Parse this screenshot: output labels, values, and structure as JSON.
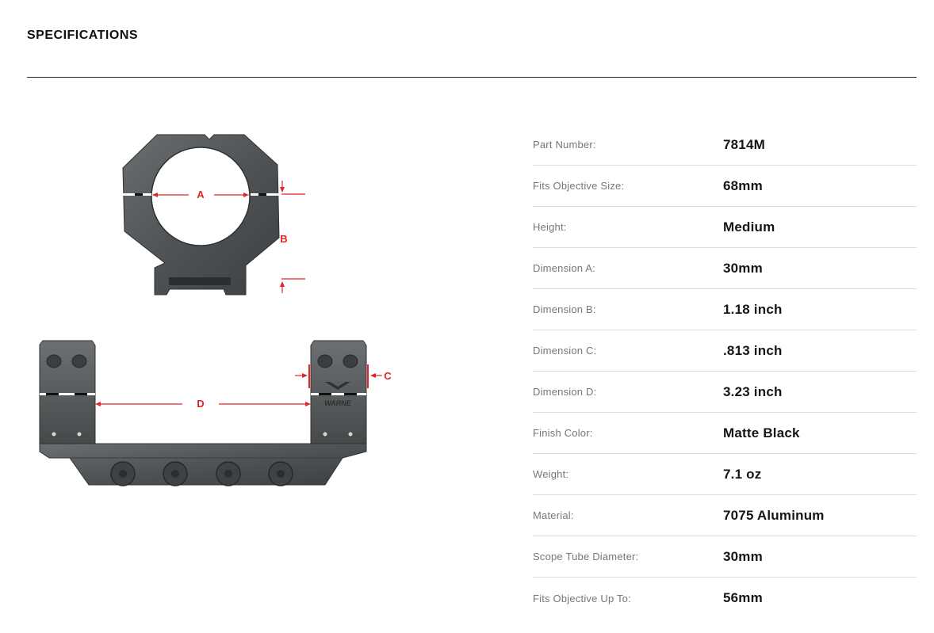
{
  "section": {
    "title": "SPECIFICATIONS"
  },
  "diagram": {
    "label_a": "A",
    "label_b": "B",
    "label_c": "C",
    "label_d": "D",
    "brand": "WARNE",
    "metal_color": "#4f5355",
    "accent_color": "#e2232a"
  },
  "specs": [
    {
      "label": "Part Number:",
      "value": "7814M"
    },
    {
      "label": "Fits Objective Size:",
      "value": "68mm"
    },
    {
      "label": "Height:",
      "value": "Medium"
    },
    {
      "label": "Dimension A:",
      "value": "30mm"
    },
    {
      "label": "Dimension B:",
      "value": "1.18 inch"
    },
    {
      "label": "Dimension C:",
      "value": ".813 inch"
    },
    {
      "label": "Dimension D:",
      "value": "3.23 inch"
    },
    {
      "label": "Finish Color:",
      "value": "Matte Black"
    },
    {
      "label": "Weight:",
      "value": "7.1 oz"
    },
    {
      "label": "Material:",
      "value": "7075 Aluminum"
    },
    {
      "label": "Scope Tube Diameter:",
      "value": "30mm"
    },
    {
      "label": "Fits Objective Up To:",
      "value": "56mm"
    }
  ]
}
